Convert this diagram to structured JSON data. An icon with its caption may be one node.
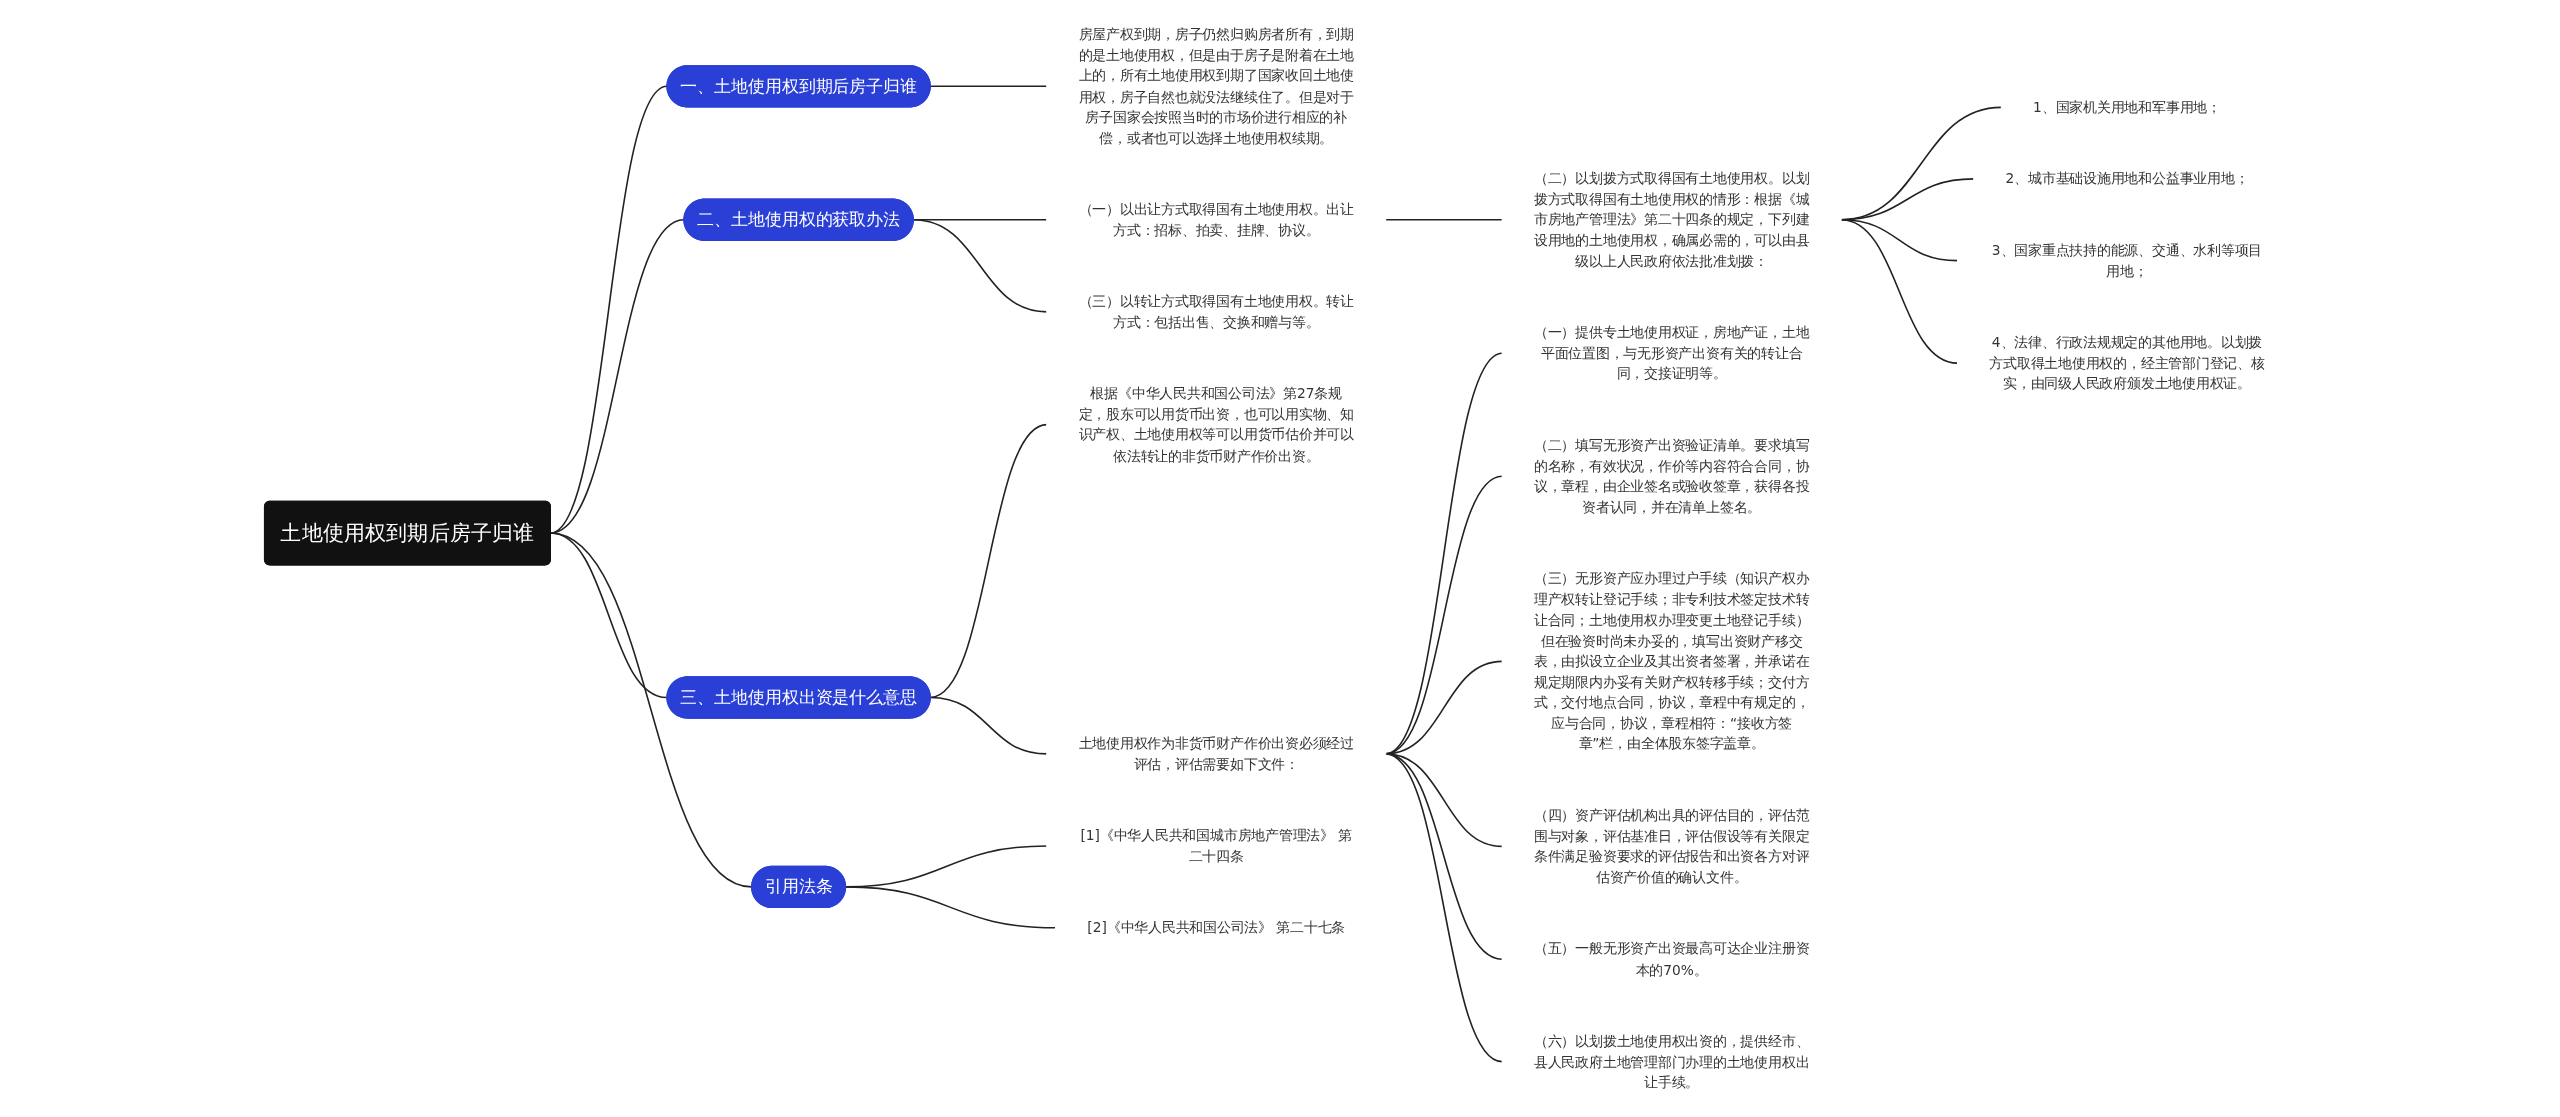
{
  "diagram": {
    "nodes": [
      {
        "text": [
          "土地使用权到期后房子归谁"
        ]
      },
      {
        "text": [
          "一、土地使用权到期后房子归谁"
        ]
      },
      {
        "text": [
          "房屋产权到期，房子仍然归购房者所有，到期的是土地使用权，但是由于房子是附着在土地上的，所有土地使用权到期了国家收回土地使用权，房子自然也就没法继续住了。但是对于房子国家会按照当时的市场价进行相应的补偿，或者也可以选择土地使用权续期。"
        ]
      },
      {
        "text": [
          "二、土地使用权的获取办法"
        ]
      },
      {
        "text": [
          "（一）以出让方式取得国有土地使用权。出让方式：招标、拍卖、挂牌、协议。"
        ]
      },
      {
        "text": [
          "（二）以划拨方式取得国有土地使用权。以划拨方式取得国有土地使用权的情形：根据《城市房地产管理法》第二十四条的规定，下列建设用地的土地使用权，确属必需的，可以由县级以上人民政府依法批准划拨："
        ]
      },
      {
        "text": [
          "1、国家机关用地和军事用地；"
        ]
      },
      {
        "text": [
          "2、城市基础设施用地和公益事业用地；"
        ]
      },
      {
        "text": [
          "3、国家重点扶持的能源、交通、水利等项目用地；"
        ]
      },
      {
        "text": [
          "4、法律、行政法规规定的其他用地。以划拨方式取得土地使用权的，经主管部门登记、核实，由同级人民政府颁发土地使用权证。"
        ]
      },
      {
        "text": [
          "（三）以转让方式取得国有土地使用权。转让方式：包括出售、交换和赠与等。"
        ]
      },
      {
        "text": [
          "三、土地使用权出资是什么意思"
        ]
      },
      {
        "text": [
          "根据《中华人民共和国公司法》第27条规定，股东可以用货币出资，也可以用实物、知识产权、土地使用权等可以用货币估价并可以依法转让的非货币财产作价出资。"
        ]
      },
      {
        "text": [
          "土地使用权作为非货币财产作价出资必须经过评估，评估需要如下文件："
        ]
      },
      {
        "text": [
          "（一）提供专土地使用权证，房地产证，土地平面位置图，与无形资产出资有关的转让合同，交接证明等。"
        ]
      },
      {
        "text": [
          "（二）填写无形资产出资验证清单。要求填写的名称，有效状况，作价等内容符合合同，协议，章程，由企业签名或验收签章，获得各投资者认同，并在清单上签名。"
        ]
      },
      {
        "text": [
          "（三）无形资产应办理过户手续（知识产权办理产权转让登记手续；非专利技术签定技术转让合同；土地使用权办理变更土地登记手续）但在验资时尚未办妥的，填写出资财产移交表，由拟设立企业及其出资者签署，并承诺在规定期限内办妥有关财产权转移手续；交付方式，交付地点合同，协议，章程中有规定的，应与合同，协议，章程相符：“接收方签章”栏，由全体股东签字盖章。"
        ]
      },
      {
        "text": [
          "（四）资产评估机构出具的评估目的，评估范围与对象，评估基准日，评估假设等有关限定条件满足验资要求的评估报告和出资各方对评估资产价值的确认文件。"
        ]
      },
      {
        "text": [
          "（五）一般无形资产出资最高可达企业注册资本的70%。"
        ]
      },
      {
        "text": [
          "（六）以划拨土地使用权出资的，提供经市、县人民政府土地管理部门办理的土地使用权出让手续。"
        ]
      },
      {
        "text": [
          "引用法条"
        ]
      },
      {
        "text": [
          "[1]《中华人民共和国城市房地产管理法》 第二十四条"
        ]
      },
      {
        "text": [
          "[2]《中华人民共和国公司法》 第二十七条"
        ]
      }
    ],
    "edges": [
      {
        "from": 0,
        "to": 1,
        "arrow": "none"
      },
      {
        "from": 1,
        "to": 2,
        "arrow": "none"
      },
      {
        "from": 0,
        "to": 3,
        "arrow": "none"
      },
      {
        "from": 3,
        "to": 4,
        "arrow": "none"
      },
      {
        "from": 4,
        "to": 5,
        "arrow": "none"
      },
      {
        "from": 5,
        "to": 6,
        "arrow": "none"
      },
      {
        "from": 5,
        "to": 7,
        "arrow": "none"
      },
      {
        "from": 5,
        "to": 8,
        "arrow": "none"
      },
      {
        "from": 5,
        "to": 9,
        "arrow": "none"
      },
      {
        "from": 3,
        "to": 10,
        "arrow": "none"
      },
      {
        "from": 0,
        "to": 11,
        "arrow": "none"
      },
      {
        "from": 11,
        "to": 12,
        "arrow": "none"
      },
      {
        "from": 11,
        "to": 13,
        "arrow": "none"
      },
      {
        "from": 13,
        "to": 14,
        "arrow": "none"
      },
      {
        "from": 13,
        "to": 15,
        "arrow": "none"
      },
      {
        "from": 13,
        "to": 16,
        "arrow": "none"
      },
      {
        "from": 13,
        "to": 17,
        "arrow": "none"
      },
      {
        "from": 13,
        "to": 18,
        "arrow": "none"
      },
      {
        "from": 13,
        "to": 19,
        "arrow": "none"
      },
      {
        "from": 0,
        "to": 20,
        "arrow": "none"
      },
      {
        "from": 20,
        "to": 21,
        "arrow": "none"
      },
      {
        "from": 20,
        "to": 22,
        "arrow": "none"
      }
    ]
  }
}
